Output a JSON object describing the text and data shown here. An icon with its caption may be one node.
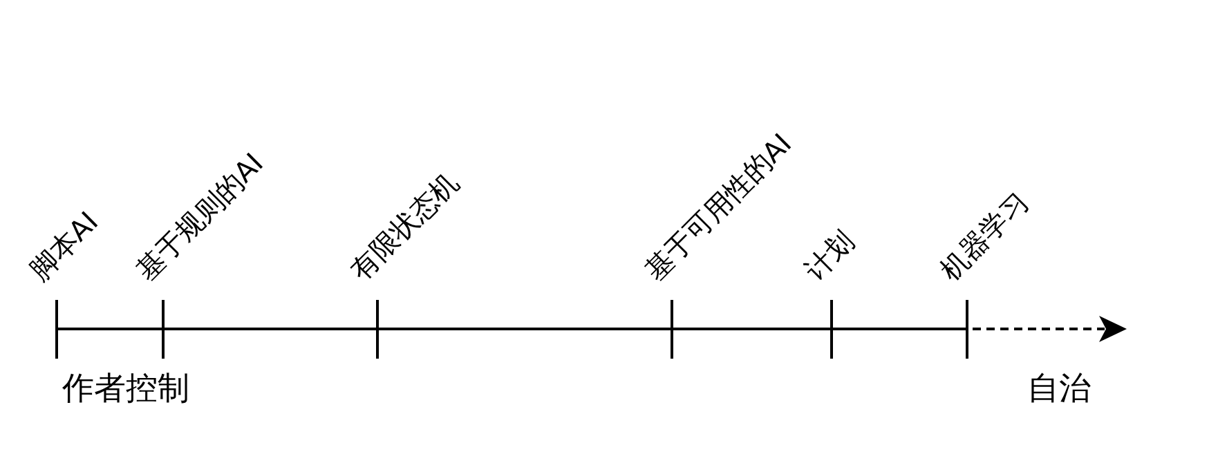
{
  "diagram": {
    "labels": [
      "脚本AI",
      "基于规则的AI",
      "有限状态机",
      "基于可用性的AI",
      "计划",
      "机器学习",
      "作者控制",
      "自治"
    ]
  }
}
